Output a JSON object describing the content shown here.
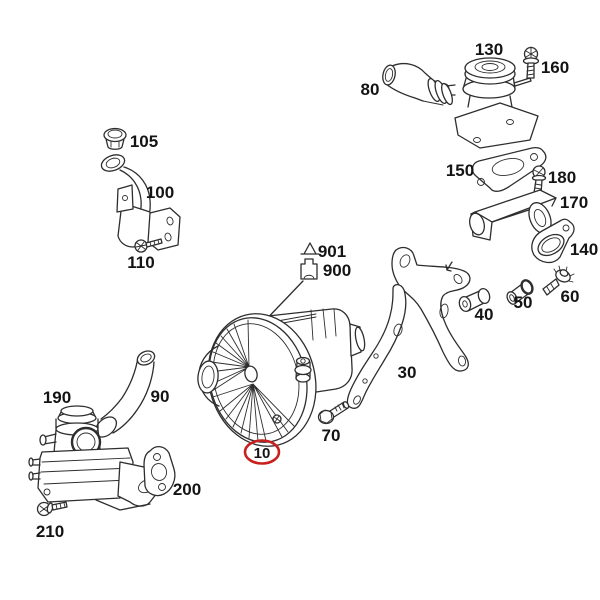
{
  "diagram": {
    "type": "exploded-parts-diagram",
    "background": "#ffffff",
    "line_color": "#2e2e2e",
    "highlight": {
      "label": "10",
      "color": "#c81f1f"
    },
    "callouts": {
      "c10": "10",
      "c30": "30",
      "c40": "40",
      "c50": "50",
      "c60": "60",
      "c70": "70",
      "c80": "80",
      "c90": "90",
      "c100": "100",
      "c105": "105",
      "c110": "110",
      "c130": "130",
      "c140": "140",
      "c150": "150",
      "c160": "160",
      "c170": "170",
      "c180": "180",
      "c190": "190",
      "c200": "200",
      "c210": "210",
      "c900": "900",
      "c901": "901"
    }
  }
}
